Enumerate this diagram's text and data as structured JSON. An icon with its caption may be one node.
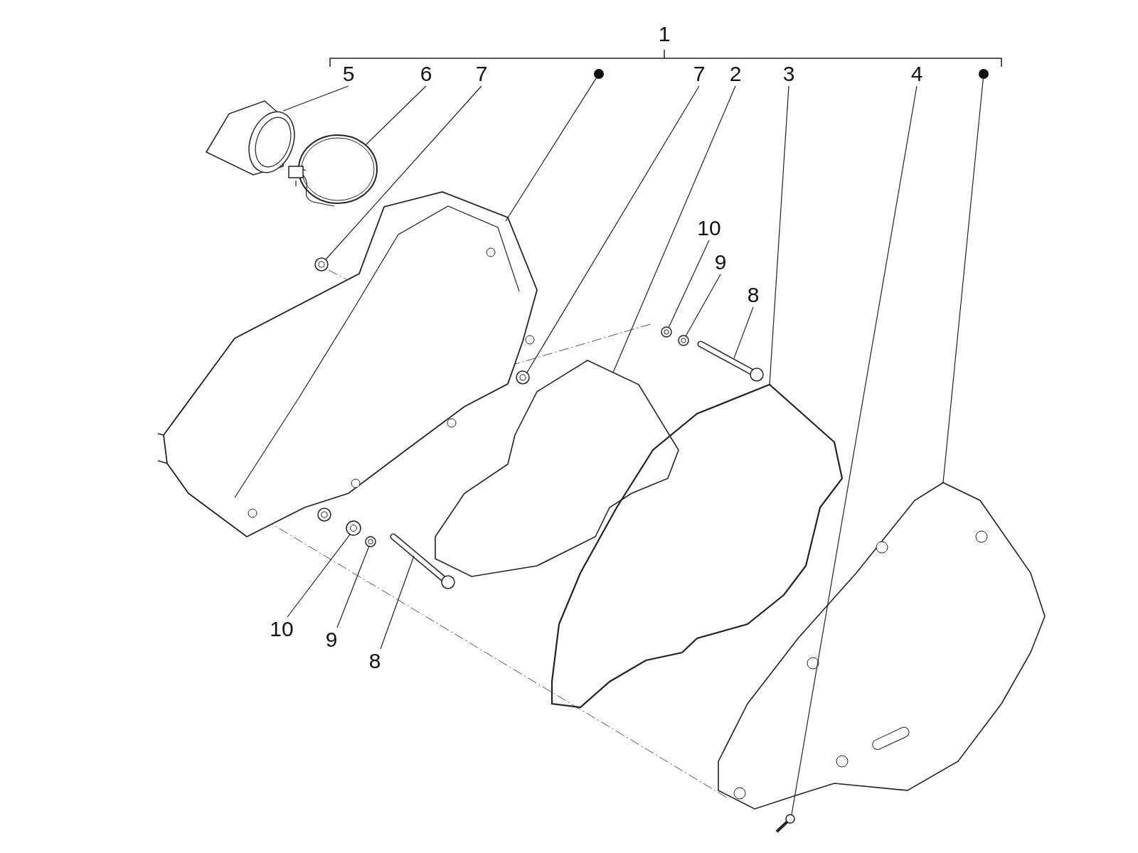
{
  "diagram": {
    "nodes": [
      {
        "text": [
          "5"
        ]
      },
      {
        "text": [],
        "shape": "picture"
      },
      {
        "text": [
          "6"
        ]
      },
      {
        "text": [],
        "shape": "picture"
      },
      {
        "text": [
          "7"
        ]
      },
      {
        "text": [],
        "shape": "picture"
      },
      {
        "text": [],
        "shape": "circle"
      },
      {
        "text": [],
        "shape": "picture"
      },
      {
        "text": [
          "7"
        ]
      },
      {
        "text": [],
        "shape": "picture"
      },
      {
        "text": [
          "2"
        ]
      },
      {
        "text": [],
        "shape": "picture"
      },
      {
        "text": [
          "3"
        ]
      },
      {
        "text": [],
        "shape": "picture"
      },
      {
        "text": [
          "4"
        ]
      },
      {
        "text": [],
        "shape": "picture"
      },
      {
        "text": [],
        "shape": "circle"
      },
      {
        "text": [],
        "shape": "picture"
      },
      {
        "text": [
          "10"
        ]
      },
      {
        "text": [],
        "shape": "picture"
      },
      {
        "text": [
          "9"
        ]
      },
      {
        "text": [],
        "shape": "picture"
      },
      {
        "text": [
          "8"
        ]
      },
      {
        "text": [],
        "shape": "picture"
      },
      {
        "text": [
          "10"
        ]
      },
      {
        "text": [],
        "shape": "picture"
      },
      {
        "text": [
          "9"
        ]
      },
      {
        "text": [],
        "shape": "picture"
      },
      {
        "text": [
          "8"
        ]
      },
      {
        "text": [],
        "shape": "picture"
      }
    ],
    "edges": [
      {
        "from": 0,
        "to": 1,
        "arrow": "none"
      },
      {
        "from": 2,
        "to": 3,
        "arrow": "none"
      },
      {
        "from": 4,
        "to": 5,
        "arrow": "none"
      },
      {
        "from": 6,
        "to": 7,
        "arrow": "none"
      },
      {
        "from": 8,
        "to": 9,
        "arrow": "none"
      },
      {
        "from": 10,
        "to": 11,
        "arrow": "none"
      },
      {
        "from": 12,
        "to": 13,
        "arrow": "none"
      },
      {
        "from": 14,
        "to": 15,
        "arrow": "none"
      },
      {
        "from": 16,
        "to": 17,
        "arrow": "none"
      },
      {
        "from": 18,
        "to": 19,
        "arrow": "none"
      },
      {
        "from": 20,
        "to": 21,
        "arrow": "none"
      },
      {
        "from": 22,
        "to": 23,
        "arrow": "none"
      },
      {
        "from": 24,
        "to": 25,
        "arrow": "none"
      },
      {
        "from": 26,
        "to": 27,
        "arrow": "none"
      },
      {
        "from": 28,
        "to": 29,
        "arrow": "none"
      }
    ],
    "labels": [
      "1"
    ]
  }
}
